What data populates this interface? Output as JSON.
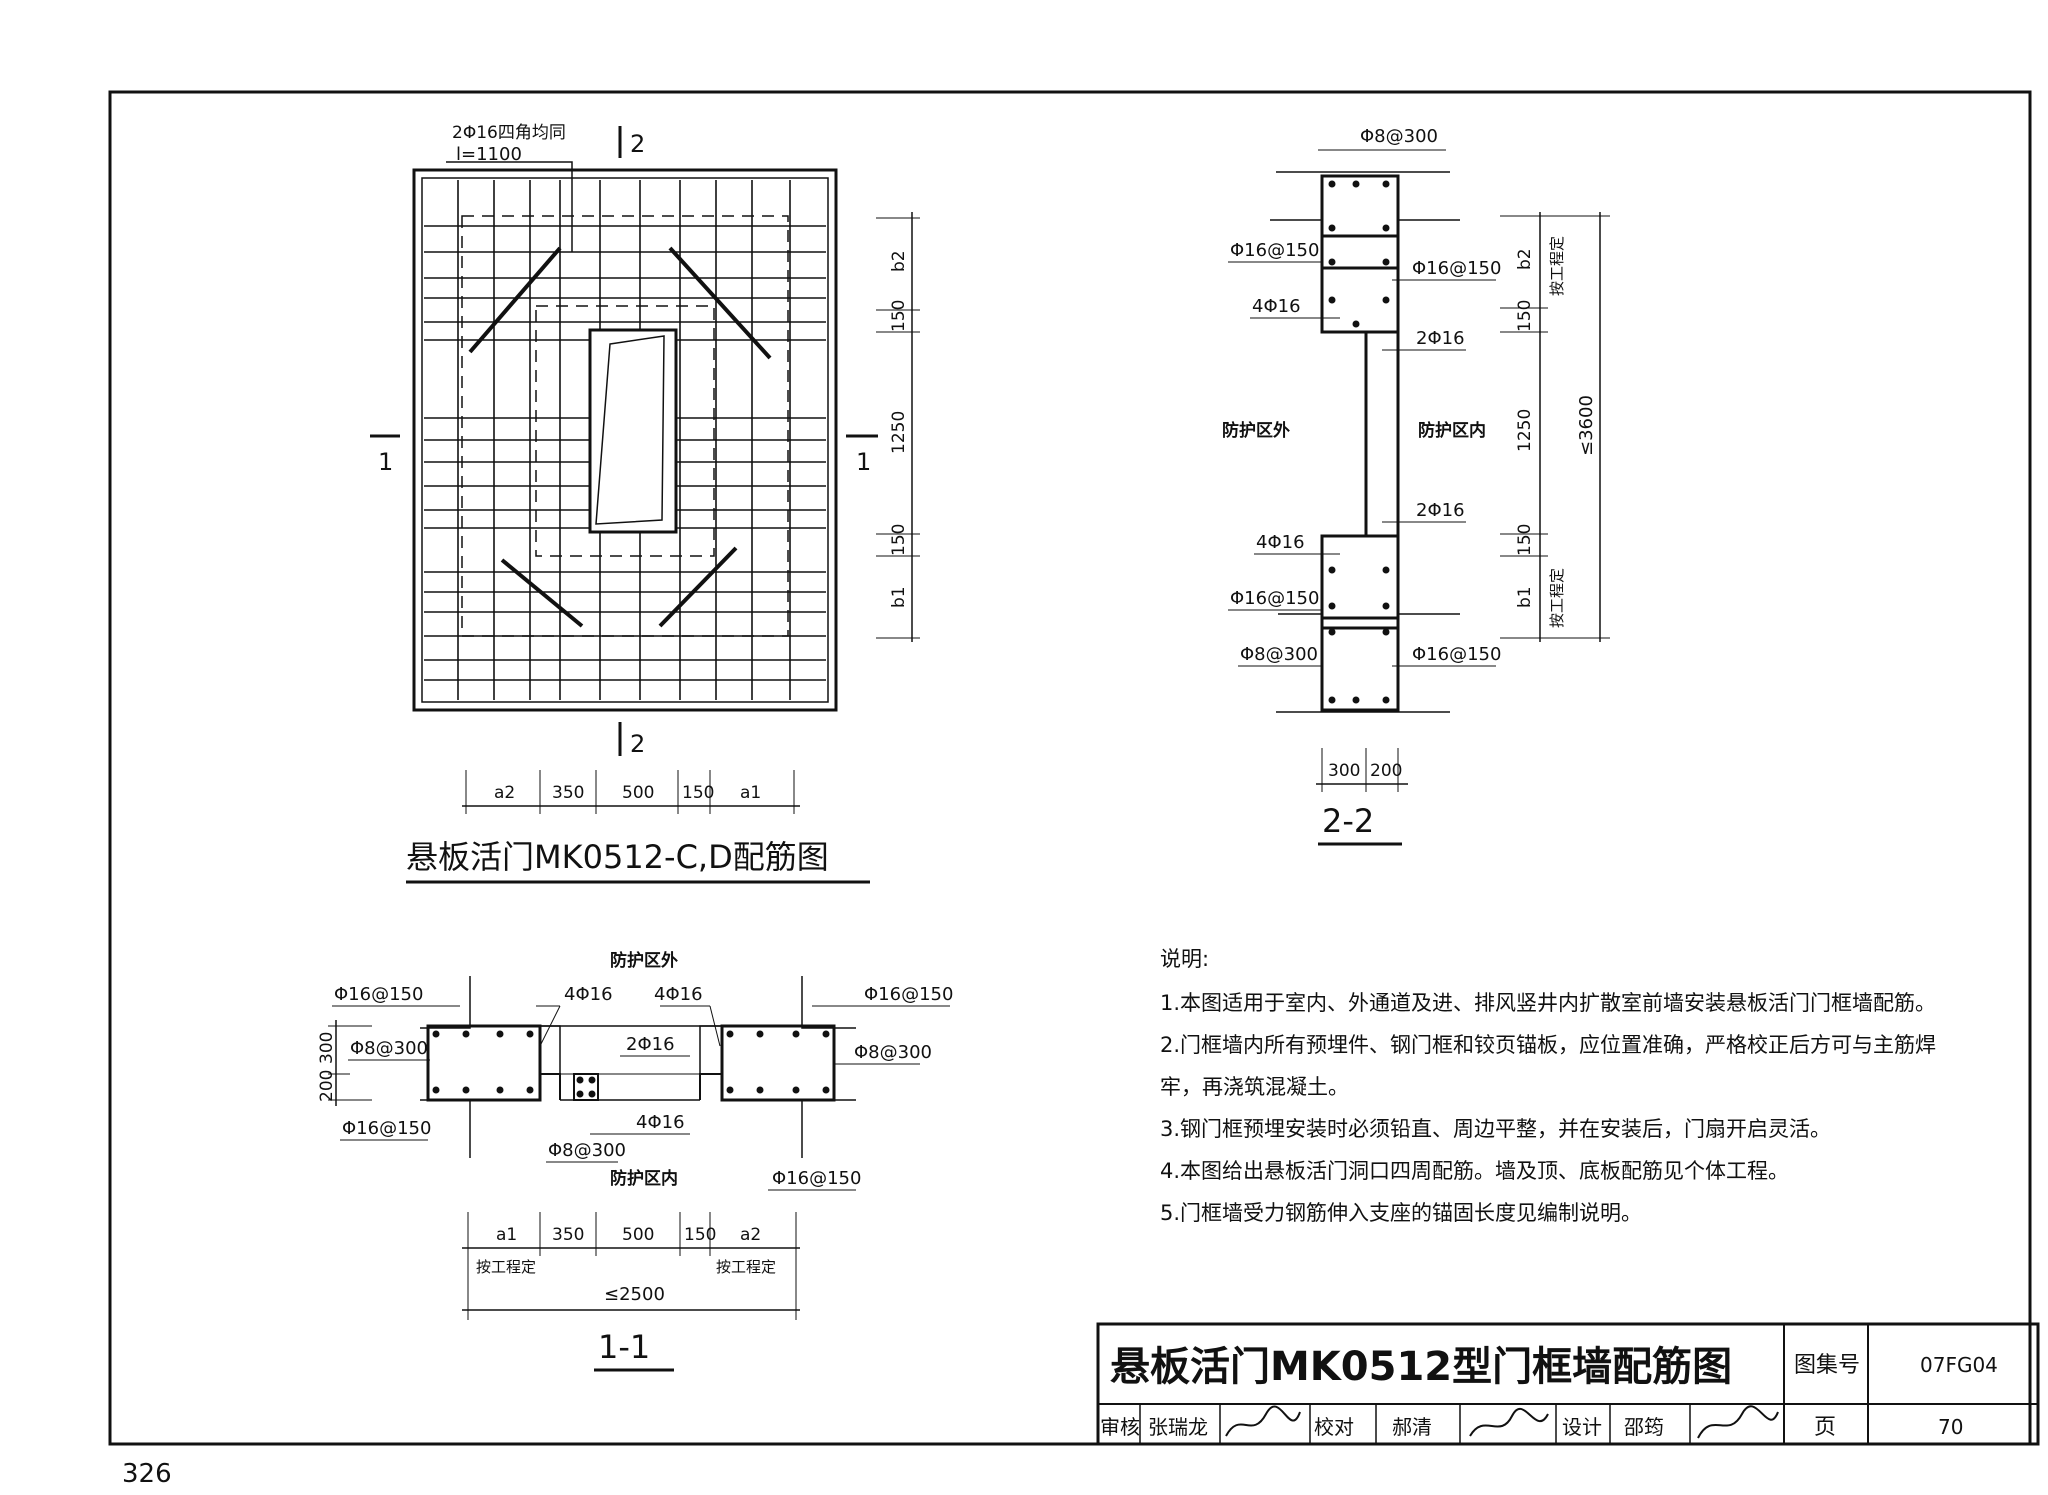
{
  "plan": {
    "corner_note_1": "2Φ16四角均同",
    "corner_note_2": "l=1100",
    "section_top": "2",
    "section_bottom": "2",
    "section_left": "1",
    "section_right": "1",
    "dims_right": [
      "b2",
      "150",
      "1250",
      "150",
      "b1"
    ],
    "dims_bottom": [
      "a2",
      "350",
      "500",
      "150",
      "a1"
    ],
    "title": "悬板活门MK0512-C,D配筋图"
  },
  "section22": {
    "rebar_top": "Φ8@300",
    "labels_left": [
      "Φ16@150",
      "4Φ16",
      "4Φ16",
      "Φ16@150",
      "Φ8@300"
    ],
    "labels_right": [
      "Φ16@150",
      "2Φ16",
      "2Φ16",
      "Φ16@150"
    ],
    "outside": "防护区外",
    "inside": "防护区内",
    "dims_right": [
      "b2",
      "150",
      "1250",
      "150",
      "b1"
    ],
    "note_top": "按工程定",
    "note_bottom": "按工程定",
    "total": "≤3600",
    "dims_bottom": [
      "300",
      "200"
    ],
    "title": "2-2"
  },
  "section11": {
    "outside": "防护区外",
    "inside": "防护区内",
    "labels_top_left": "Φ16@150",
    "labels_top_right": "Φ16@150",
    "label_4a": "4Φ16",
    "label_4b": "4Φ16",
    "label_2": "2Φ16",
    "label_4c": "4Φ16",
    "left_mid": "Φ8@300",
    "right_mid": "Φ8@300",
    "left_bottom": "Φ16@150",
    "center_bottom": "Φ8@300",
    "right_bottom": "Φ16@150",
    "dims_left": [
      "300",
      "200"
    ],
    "dims_bottom": [
      "a1",
      "350",
      "500",
      "150",
      "a2"
    ],
    "note_left": "按工程定",
    "note_right": "按工程定",
    "total": "≤2500",
    "title": "1-1"
  },
  "notes": {
    "heading": "说明:",
    "lines": [
      "1.本图适用于室内、外通道及进、排风竖井内扩散室前墙安装悬板活门门框墙配筋。",
      "2.门框墙内所有预埋件、钢门框和铰页锚板，应位置准确，严格校正后方可与主筋焊",
      "牢，再浇筑混凝土。",
      "3.钢门框预埋安装时必须铅直、周边平整，并在安装后，门扇开启灵活。",
      "4.本图给出悬板活门洞口四周配筋。墙及顶、底板配筋见个体工程。",
      "5.门框墙受力钢筋伸入支座的锚固长度见编制说明。"
    ]
  },
  "title_block": {
    "title": "悬板活门MK0512型门框墙配筋图",
    "atlas_label": "图集号",
    "atlas_no": "07FG04",
    "page_label": "页",
    "page_no": "70",
    "review_label": "审核",
    "reviewer": "张瑞龙",
    "check_label": "校对",
    "checker": "郝清",
    "design_label": "设计",
    "designer": "邵筠"
  },
  "book_page": "326"
}
